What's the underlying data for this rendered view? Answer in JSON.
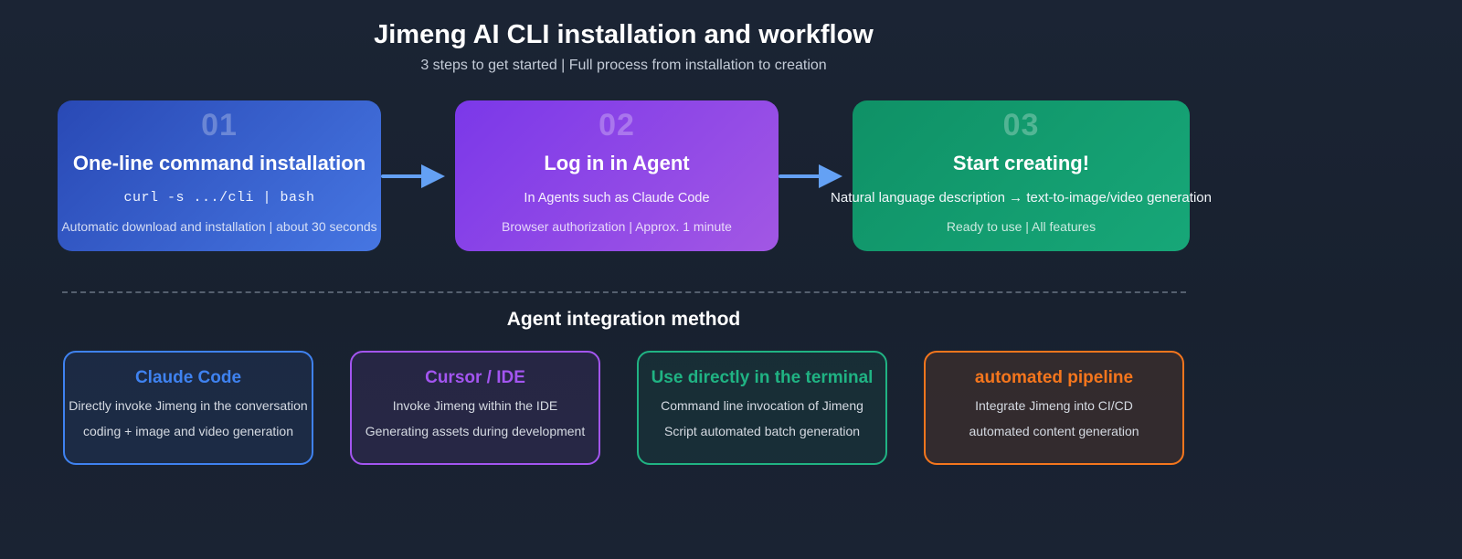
{
  "page": {
    "title": "Jimeng AI CLI installation and workflow",
    "subtitle": "3 steps to get started | Full process from installation to creation"
  },
  "steps": [
    {
      "number": "01",
      "title": "One-line command installation",
      "detail": "curl -s .../cli | bash",
      "footer": "Automatic download and installation | about 30 seconds",
      "gradient_start": "#2949b5",
      "gradient_end": "#4676e2"
    },
    {
      "number": "02",
      "title": "Log in in Agent",
      "detail": "In Agents such as Claude Code",
      "footer": "Browser authorization | Approx. 1 minute",
      "gradient_start": "#7b38e9",
      "gradient_end": "#a257e4"
    },
    {
      "number": "03",
      "title": "Start creating!",
      "detail": "Natural language description → text-to-image/video generation",
      "footer": "Ready to use | All features",
      "gradient_start": "#0f9166",
      "gradient_end": "#17a778"
    }
  ],
  "arrow_color": "#64a1f4",
  "integration": {
    "heading": "Agent integration method",
    "cards": [
      {
        "title": "Claude Code",
        "line1": "Directly invoke Jimeng in the conversation",
        "line2": "coding + image and video generation",
        "accent": "#3f82f0"
      },
      {
        "title": "Cursor / IDE",
        "line1": "Invoke Jimeng within the IDE",
        "line2": "Generating assets during development",
        "accent": "#a355f0"
      },
      {
        "title": "Use directly in the terminal",
        "line1": "Command line invocation of Jimeng",
        "line2": "Script automated batch generation",
        "accent": "#20b383"
      },
      {
        "title": "automated pipeline",
        "line1": "Integrate Jimeng into CI/CD",
        "line2": "automated content generation",
        "accent": "#f5761d"
      }
    ]
  }
}
